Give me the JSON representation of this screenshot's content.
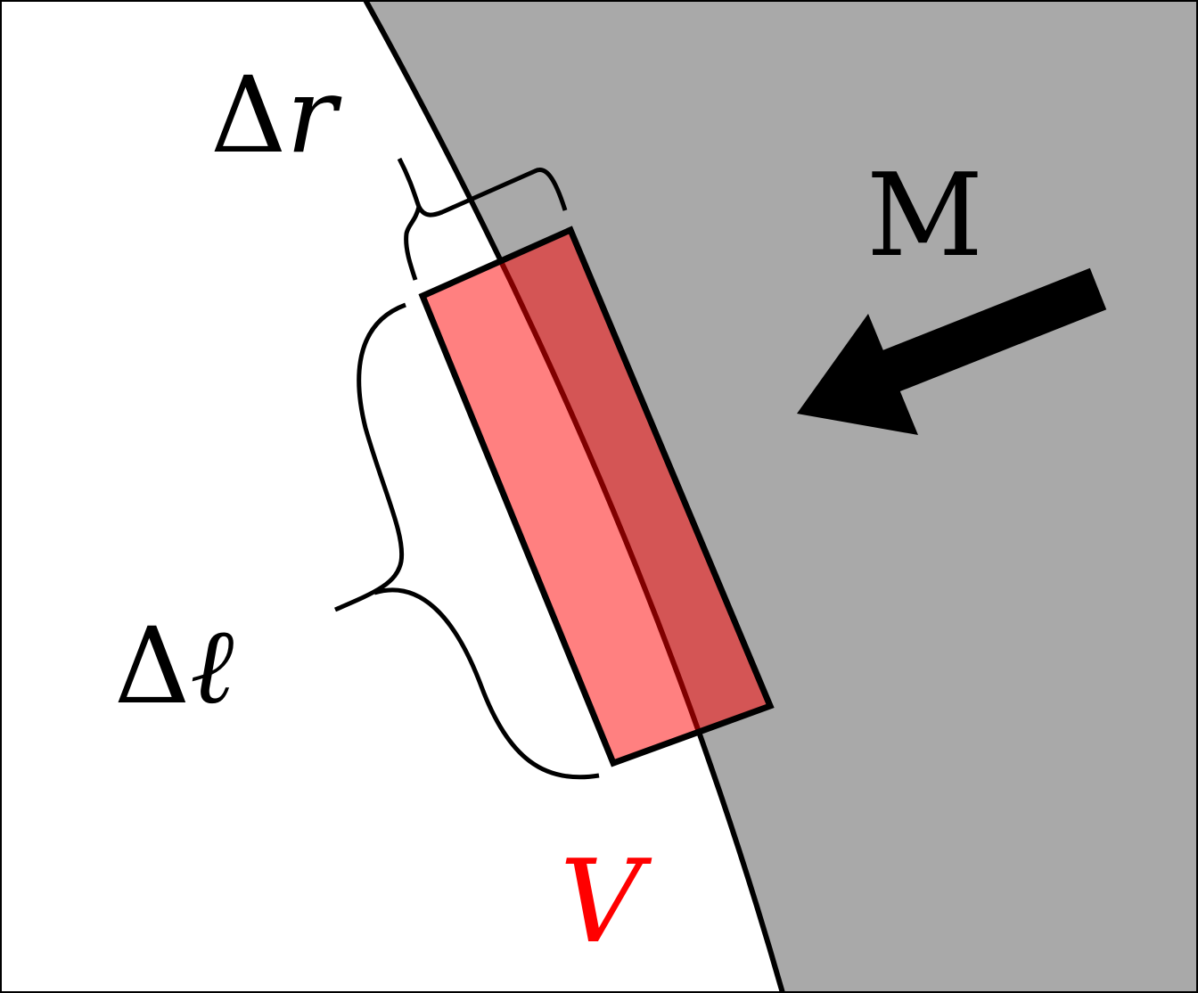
{
  "labels": {
    "delta_r": {
      "prefix": "Δ",
      "var": "r"
    },
    "delta_l": {
      "prefix": "Δ",
      "var": "ℓ"
    },
    "magnetization": "M",
    "volume": "V"
  },
  "colors": {
    "background": "#ffffff",
    "material": "#a9a9a9",
    "boundary": "#000000",
    "volume_outside": "#ff8080",
    "volume_inside": "#d45555",
    "volume_centerline": "#800000",
    "volume_label": "#ff0000",
    "arrow": "#000000"
  },
  "icons": {
    "arrow": "magnetization-arrow-icon"
  }
}
